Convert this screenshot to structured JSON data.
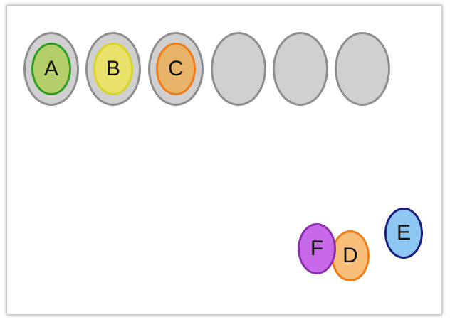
{
  "slots": [
    {
      "label": "A",
      "fill": "#b5cf6b",
      "border": "#2e9e24"
    },
    {
      "label": "B",
      "fill": "#e8e26a",
      "border": "#d8d428"
    },
    {
      "label": "C",
      "fill": "#e8b46a",
      "border": "#f27d17"
    },
    {
      "label": "",
      "fill": "",
      "border": ""
    },
    {
      "label": "",
      "fill": "",
      "border": ""
    },
    {
      "label": "",
      "fill": "",
      "border": ""
    }
  ],
  "loose_chips": [
    {
      "id": "E",
      "label": "E",
      "fill": "#8ec8f2",
      "border": "#1a1f80"
    },
    {
      "id": "D",
      "label": "D",
      "fill": "#f9bf7a",
      "border": "#f27d17"
    },
    {
      "id": "F",
      "label": "F",
      "fill": "#c769e8",
      "border": "#8f2fb0"
    }
  ],
  "colors": {
    "slot_fill": "#d0d0d0",
    "slot_border": "#8e8e8e"
  }
}
